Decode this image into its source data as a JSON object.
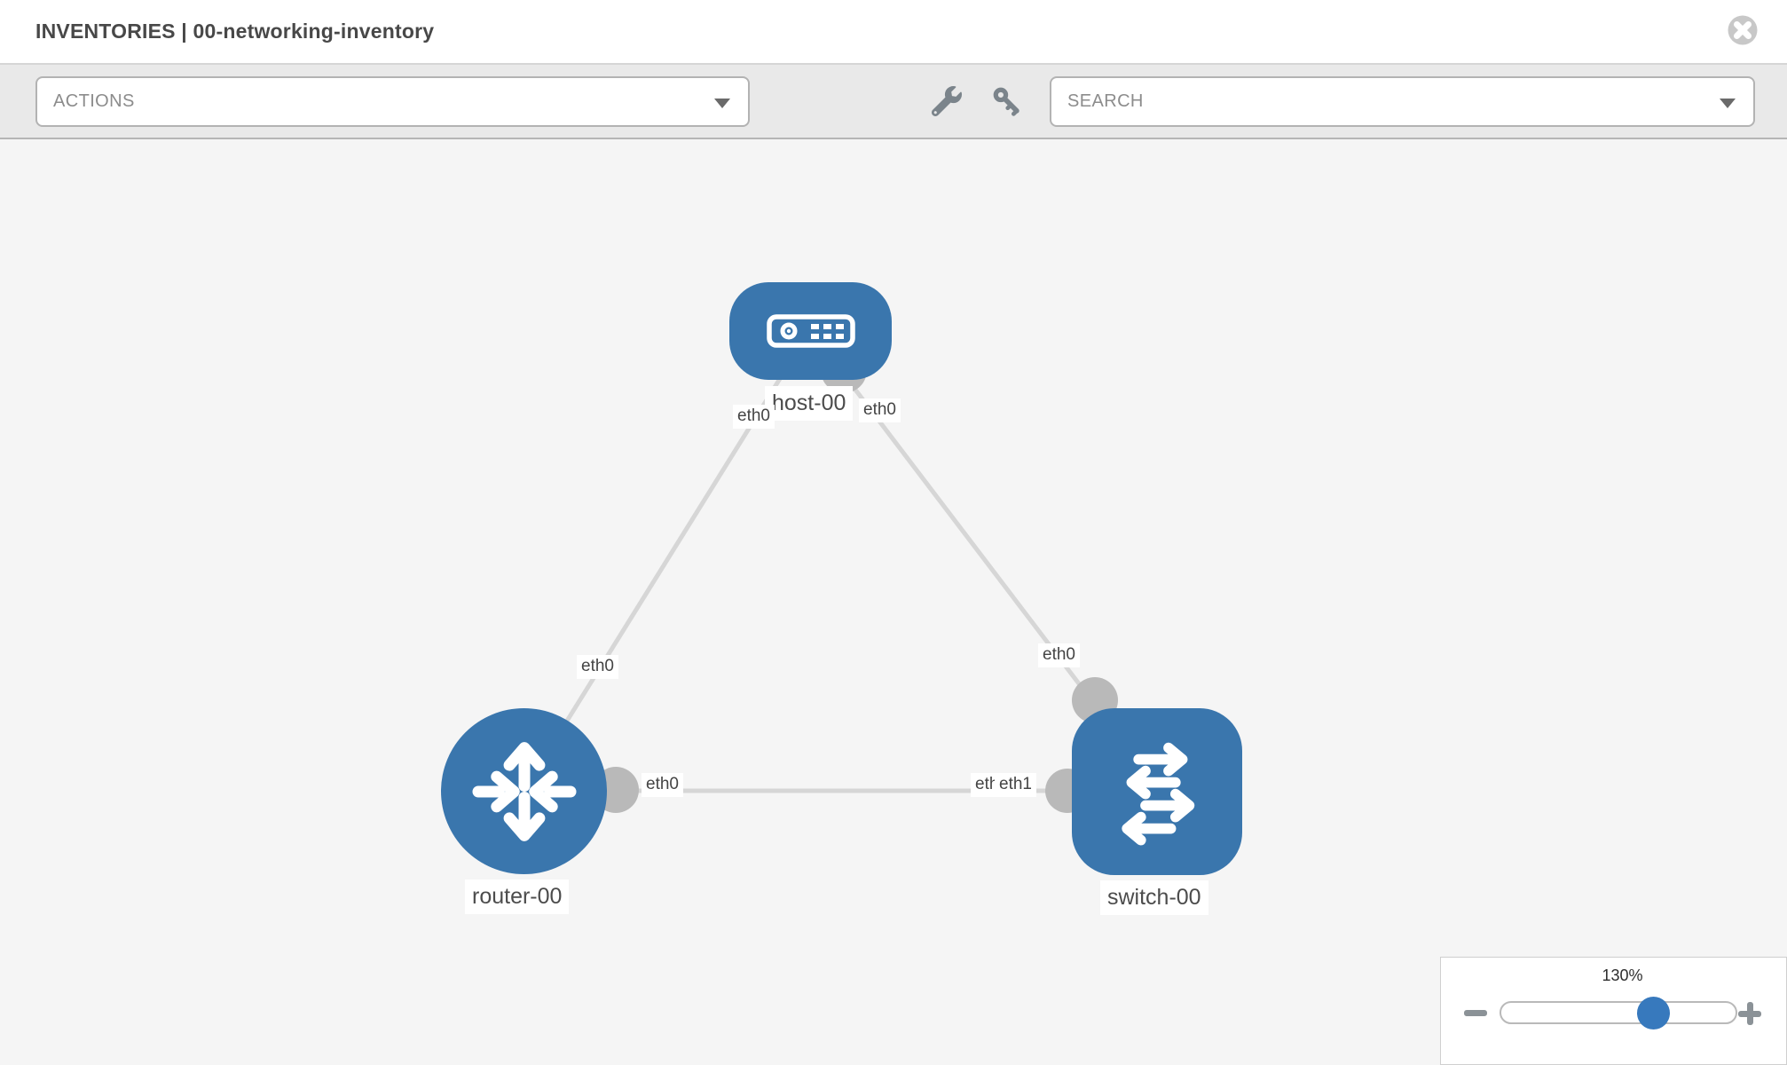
{
  "header": {
    "title": "INVENTORIES | 00-networking-inventory"
  },
  "toolbar": {
    "actions_label": "ACTIONS",
    "search_placeholder": "SEARCH",
    "icons": [
      "wrench-icon",
      "key-icon"
    ]
  },
  "canvas": {
    "nodes": [
      {
        "id": "host-00",
        "label": "host-00",
        "type": "host",
        "icon": "server-icon"
      },
      {
        "id": "router-00",
        "label": "router-00",
        "type": "router",
        "icon": "route-arrows-icon"
      },
      {
        "id": "switch-00",
        "label": "switch-00",
        "type": "switch",
        "icon": "switch-arrows-icon"
      }
    ],
    "links": [
      {
        "from": "host-00",
        "to": "router-00",
        "from_interface": "eth0",
        "to_interface": "eth0"
      },
      {
        "from": "host-00",
        "to": "switch-00",
        "from_interface": "eth0",
        "to_interface": "eth0"
      },
      {
        "from": "router-00",
        "to": "switch-00",
        "from_interface": "eth0",
        "to_interface": "eth1",
        "to_interface_overlapped": "eth0"
      }
    ],
    "colors": {
      "node_blue": "#3a76ad",
      "link_gray": "#d6d6d6",
      "endpoint_gray": "#b9b9b9",
      "background": "#f5f5f5"
    }
  },
  "zoom_control": {
    "level": "130%",
    "minus_icon": "minus-icon",
    "plus_icon": "plus-icon",
    "knob_color": "#3779bd"
  }
}
